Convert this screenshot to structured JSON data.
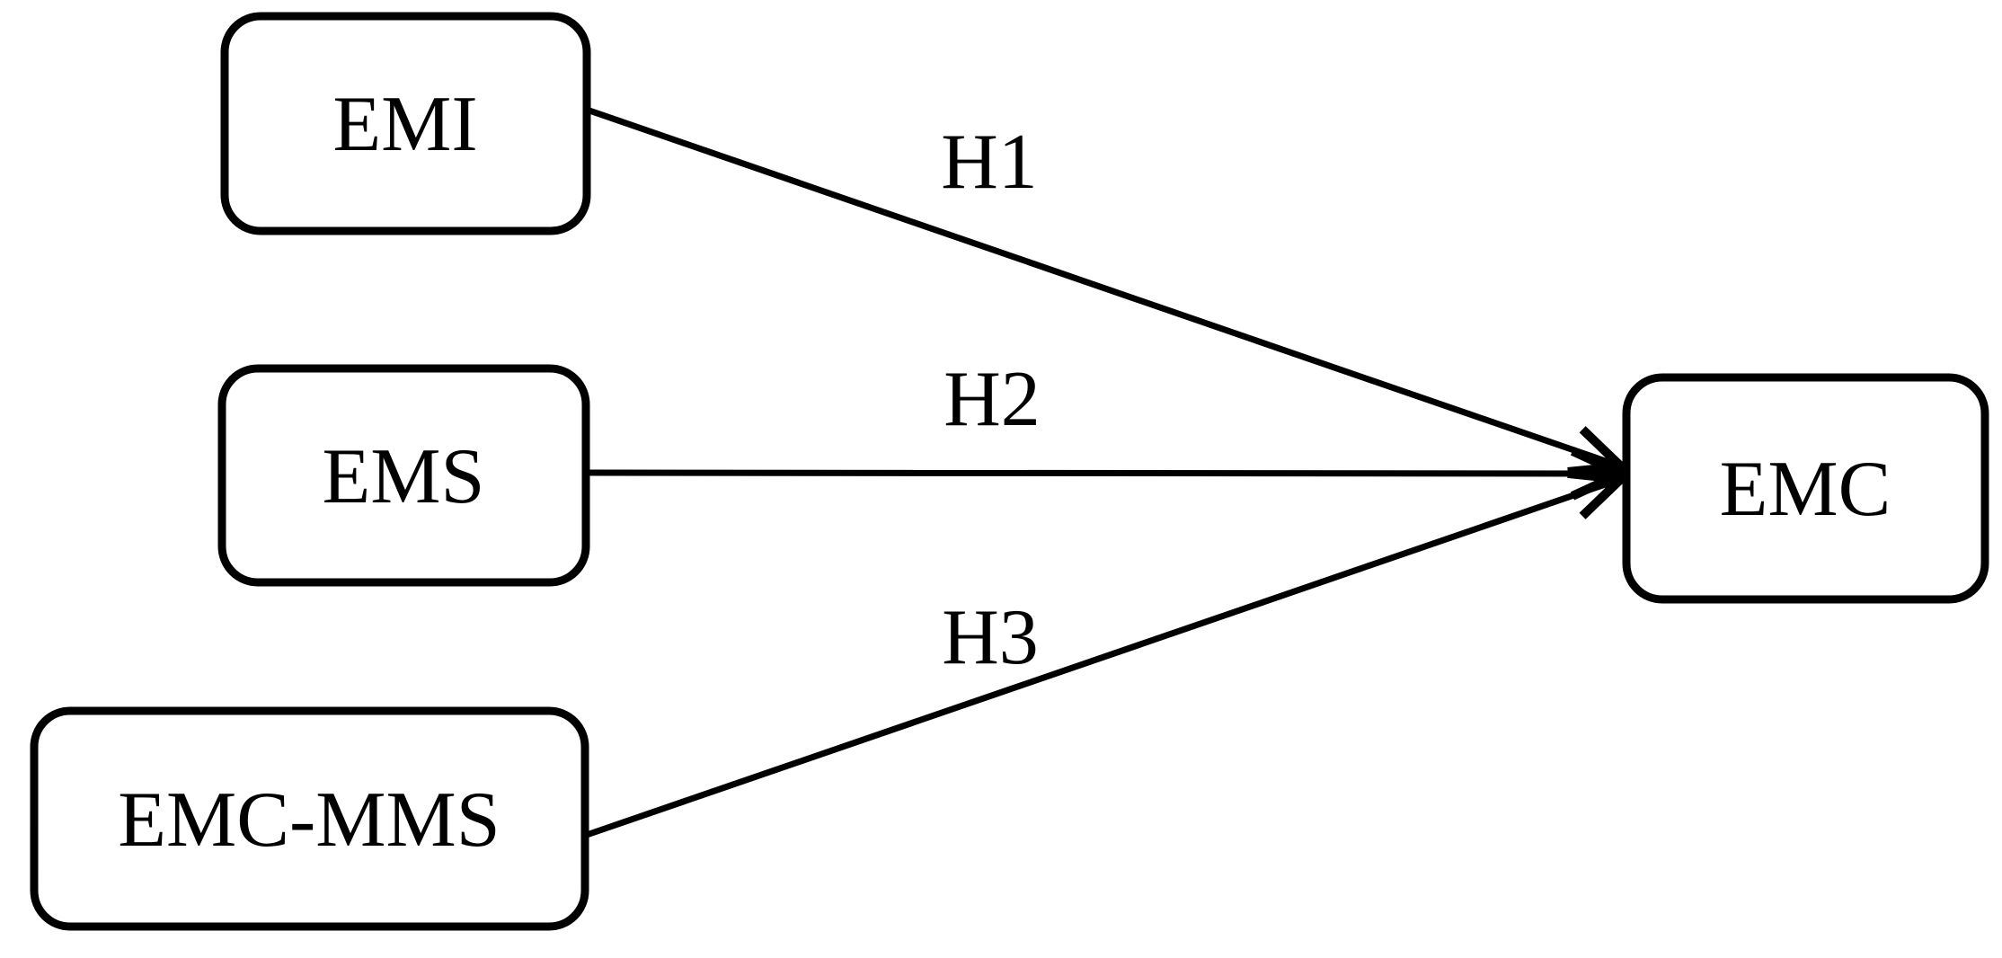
{
  "diagram": {
    "title": "hypothesized-path-model",
    "colors": {
      "stroke": "#000000",
      "node_fill": "#ffffff",
      "background": "#ffffff"
    },
    "nodes": [
      {
        "id": "emi",
        "label": "EMI",
        "role": "predictor"
      },
      {
        "id": "ems",
        "label": "EMS",
        "role": "predictor"
      },
      {
        "id": "emc-mms",
        "label": "EMC-MMS",
        "role": "predictor"
      },
      {
        "id": "emc",
        "label": "EMC",
        "role": "outcome"
      }
    ],
    "edges": [
      {
        "from": "EMI",
        "to": "EMC",
        "label": "H1",
        "arrow": "arrowhead-icon"
      },
      {
        "from": "EMS",
        "to": "EMC",
        "label": "H2",
        "arrow": "arrowhead-icon"
      },
      {
        "from": "EMC-MMS",
        "to": "EMC",
        "label": "H3",
        "arrow": "arrowhead-icon"
      }
    ]
  }
}
